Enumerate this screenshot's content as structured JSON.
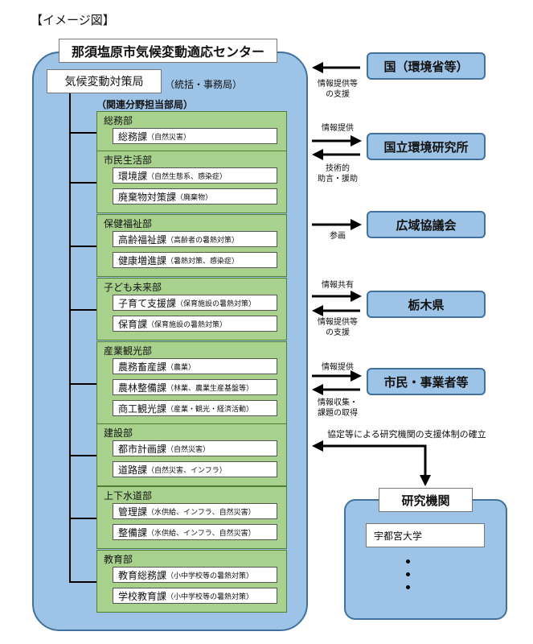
{
  "caption": "【イメージ図】",
  "center": {
    "title": "那須塩原市気候変動適応センター",
    "bureau": "気候変動対策局",
    "bureau_note": "（統括・事務局）",
    "related_label": "（関連分野担当部局）"
  },
  "departments": [
    {
      "name": "総務部",
      "sections": [
        {
          "name": "総務課",
          "note": "（自然災害）"
        }
      ]
    },
    {
      "name": "市民生活部",
      "sections": [
        {
          "name": "環境課",
          "note": "（自然生態系、感染症）"
        },
        {
          "name": "廃棄物対策課",
          "note": "（廃棄物）"
        }
      ]
    },
    {
      "name": "保健福祉部",
      "sections": [
        {
          "name": "高齢福祉課",
          "note": "（高齢者の暑熱対策）"
        },
        {
          "name": "健康増進課",
          "note": "（暑熱対策、感染症）"
        }
      ]
    },
    {
      "name": "子ども未来部",
      "sections": [
        {
          "name": "子育て支援課",
          "note": "（保育施設の暑熱対策）"
        },
        {
          "name": "保育課",
          "note": "（保育施設の暑熱対策）"
        }
      ]
    },
    {
      "name": "産業観光部",
      "sections": [
        {
          "name": "農務畜産課",
          "note": "（農業）"
        },
        {
          "name": "農林整備課",
          "note": "（林業、農業生産基盤等）"
        },
        {
          "name": "商工観光課",
          "note": "（産業・観光・経済活動）"
        }
      ]
    },
    {
      "name": "建設部",
      "sections": [
        {
          "name": "都市計画課",
          "note": "（自然災害）"
        },
        {
          "name": "道路課",
          "note": "（自然災害、インフラ）"
        }
      ]
    },
    {
      "name": "上下水道部",
      "sections": [
        {
          "name": "管理課",
          "note": "（水供給、インフラ、自然災害）"
        },
        {
          "name": "整備課",
          "note": "（水供給、インフラ、自然災害）"
        }
      ]
    },
    {
      "name": "教育部",
      "sections": [
        {
          "name": "教育総務課",
          "note": "（小中学校等の暑熱対策）"
        },
        {
          "name": "学校教育課",
          "note": "（小中学校等の暑熱対策）"
        }
      ]
    }
  ],
  "external": [
    {
      "name": "国（環境省等）",
      "labels": {
        "in": "情報提供等\nの支援"
      }
    },
    {
      "name": "国立環境研究所",
      "labels": {
        "out": "情報提供",
        "in": "技術的\n助言・援助"
      }
    },
    {
      "name": "広域協議会",
      "labels": {
        "out": "参画"
      }
    },
    {
      "name": "栃木県",
      "labels": {
        "out": "情報共有",
        "in": "情報提供等\nの支援"
      }
    },
    {
      "name": "市民・事業者等",
      "labels": {
        "out": "情報提供",
        "in": "情報収集・\n課題の取得"
      }
    }
  ],
  "research": {
    "link_label": "協定等による研究機関の支援体制の確立",
    "title": "研究機関",
    "items": [
      "宇都宮大学"
    ],
    "ellipsis": "・・・"
  }
}
